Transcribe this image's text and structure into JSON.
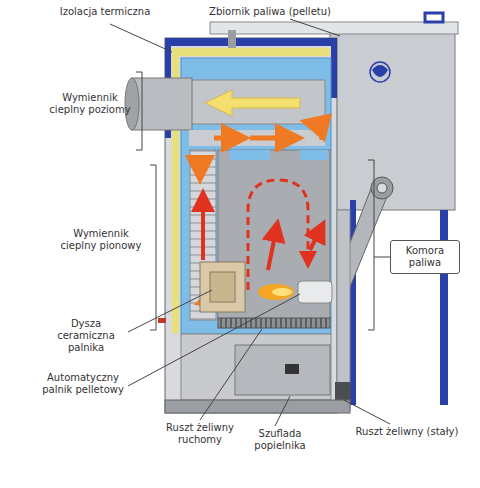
{
  "diagram": {
    "nodes": [
      {
        "text": [
          "Komora paliwa"
        ]
      }
    ],
    "labels": [
      "Izolacja termiczna",
      "Zbiornik paliwa (pelletu)",
      "Wymiennik cieplny poziomy",
      "Wymiennik cieplny pionowy",
      "Dysza ceramiczna palnika",
      "Automatyczny palnik pelletowy",
      "Ruszt żeliwny ruchomy",
      "Szuflada popielnika",
      "Ruszt żeliwny (stały)"
    ]
  }
}
